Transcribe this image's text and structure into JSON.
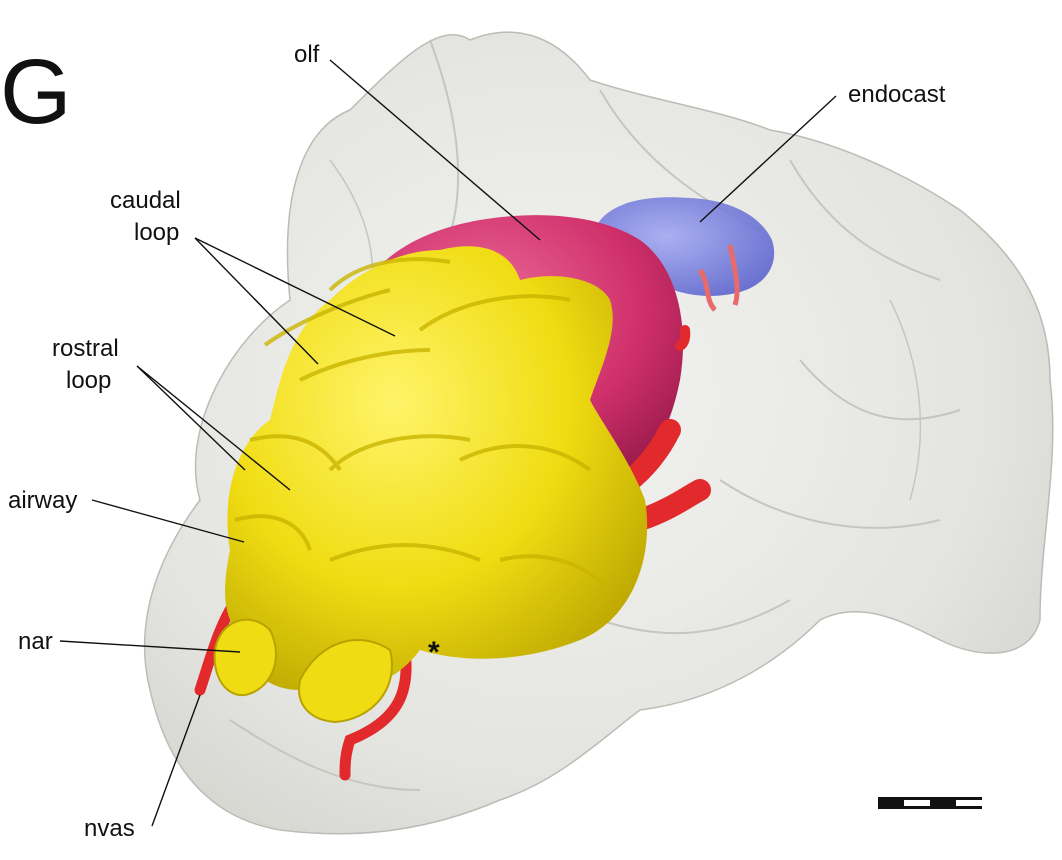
{
  "panel_letter": "G",
  "labels": {
    "olf": "olf",
    "endocast": "endocast",
    "caudal_line1": "caudal",
    "caudal_line2": "loop",
    "rostral_line1": "rostral",
    "rostral_line2": "loop",
    "airway": "airway",
    "nar": "nar",
    "nvas": "nvas",
    "asterisk": "*"
  },
  "colors": {
    "background": "#ffffff",
    "skull": "#dcdcd8",
    "airway": "#f2e01a",
    "olfactory": "#d4346f",
    "vessels": "#e8272a",
    "endocast": "#7b83e0",
    "text": "#111111"
  },
  "scale_bar": {
    "segments": 4
  }
}
